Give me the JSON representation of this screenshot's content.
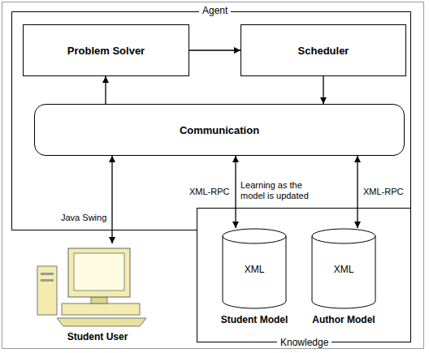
{
  "diagram": {
    "nodes": [
      {
        "text": [
          "Agent"
        ]
      },
      {
        "text": [
          "Problem Solver"
        ],
        "in": 0
      },
      {
        "text": [
          "Scheduler"
        ],
        "in": 0
      },
      {
        "text": [
          "Communication"
        ],
        "in": 0
      },
      {
        "text": [
          "Student User"
        ]
      },
      {
        "text": [
          "Knowledge"
        ]
      },
      {
        "text": [
          "XML",
          "Student Model"
        ],
        "in": 5
      },
      {
        "text": [
          "XML",
          "Author Model"
        ],
        "in": 5
      }
    ],
    "edges": [
      {
        "from": 3,
        "to": 1,
        "arrow": "to"
      },
      {
        "from": 1,
        "to": 2,
        "arrow": "to"
      },
      {
        "from": 2,
        "to": 3,
        "arrow": "to"
      },
      {
        "from": 3,
        "to": 4,
        "label": "Java Swing",
        "arrow": "both"
      },
      {
        "from": 3,
        "to": 6,
        "label": "XML-RPC",
        "arrow": "both"
      },
      {
        "from": 3,
        "to": 7,
        "label": "XML-RPC",
        "arrow": "both"
      }
    ],
    "labels": [
      "Learning as the model is updated"
    ]
  }
}
